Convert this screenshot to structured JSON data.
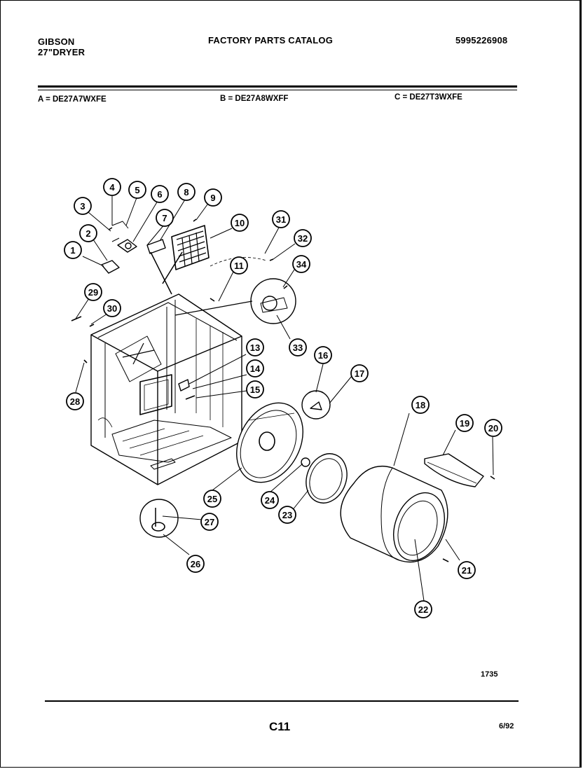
{
  "header": {
    "brand": "GIBSON",
    "product": "27\"DRYER",
    "title": "FACTORY PARTS CATALOG",
    "catalog_number": "5995226908"
  },
  "models": [
    {
      "text": "A = DE27A7WXFE"
    },
    {
      "text": "B = DE27A8WXFF"
    },
    {
      "text": "C = DE27T3WXFE"
    }
  ],
  "diagram": {
    "callouts": [
      "1",
      "2",
      "3",
      "4",
      "5",
      "6",
      "7",
      "8",
      "9",
      "10",
      "11",
      "13",
      "14",
      "15",
      "16",
      "17",
      "18",
      "19",
      "20",
      "21",
      "22",
      "23",
      "24",
      "25",
      "26",
      "27",
      "28",
      "29",
      "30",
      "31",
      "32",
      "33",
      "34"
    ],
    "drawing_number": "1735"
  },
  "footer": {
    "page": "C11",
    "date": "6/92"
  },
  "colors": {
    "ink": "#000000",
    "paper": "#ffffff"
  }
}
